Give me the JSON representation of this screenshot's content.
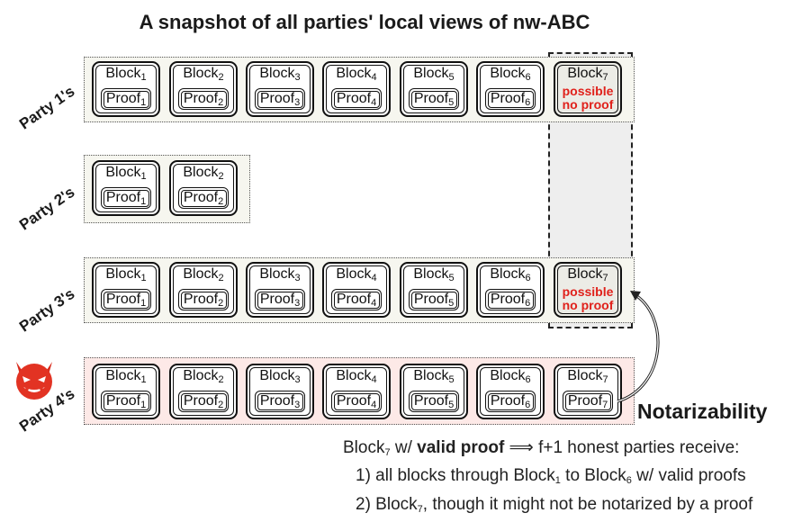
{
  "title": "A snapshot of all parties' local views of nw-ABC",
  "block_word": "Block",
  "proof_word": "Proof",
  "no_proof_line1": "possible",
  "no_proof_line2": "no proof",
  "parties": {
    "p1": {
      "label": "Party 1's",
      "blocks": [
        "1",
        "2",
        "3",
        "4",
        "5",
        "6"
      ],
      "last": "7"
    },
    "p2": {
      "label": "Party 2's",
      "blocks": [
        "1",
        "2"
      ]
    },
    "p3": {
      "label": "Party 3's",
      "blocks": [
        "1",
        "2",
        "3",
        "4",
        "5",
        "6"
      ],
      "last": "7"
    },
    "p4": {
      "label": "Party 4's",
      "blocks": [
        "1",
        "2",
        "3",
        "4",
        "5",
        "6",
        "7"
      ]
    }
  },
  "notarizability": {
    "heading": "Notarizability",
    "line1_pre": "Block",
    "line1_sub": "7",
    "line1_mid": " w/ ",
    "line1_bold": "valid proof",
    "line1_post": " ⟹ f+1 honest parties receive:",
    "line2_pre": "1) all blocks through Block",
    "line2_sub1": "1",
    "line2_mid": " to Block",
    "line2_sub2": "6",
    "line2_post": " w/ valid proofs",
    "line3_pre": "2) Block",
    "line3_sub": "7",
    "line3_post": ", though it might not be notarized by a proof"
  },
  "colors": {
    "no_proof_red": "#e0211b",
    "malicious_bg": "#fde9e7",
    "honest_bg": "#f6f6ef"
  },
  "icons": {
    "malicious_party": "devil-face-icon"
  }
}
